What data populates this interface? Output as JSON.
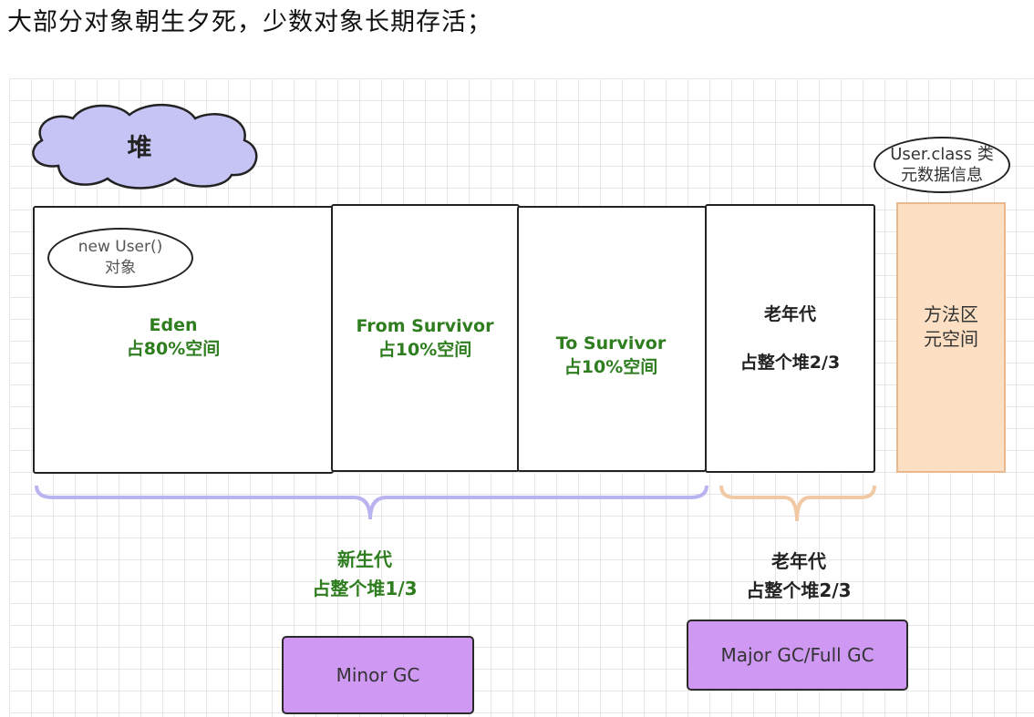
{
  "heading": "大部分对象朝生夕死，少数对象长期存活；",
  "heap_label": "堆",
  "class_meta": {
    "line1": "User.class 类",
    "line2": "元数据信息"
  },
  "new_object": {
    "line1": "new User()",
    "line2": "对象"
  },
  "eden": {
    "name": "Eden",
    "share": "占80%空间"
  },
  "from_survivor": {
    "name": "From Survivor",
    "share": "占10%空间"
  },
  "to_survivor": {
    "name": "To Survivor",
    "share": "占10%空间"
  },
  "old_gen_box": {
    "name": "老年代",
    "share": "占整个堆2/3"
  },
  "method_area": {
    "line1": "方法区",
    "line2": "元空间"
  },
  "young_gen": {
    "name": "新生代",
    "share": "占整个堆1/3"
  },
  "old_gen": {
    "name": "老年代",
    "share": "占整个堆2/3"
  },
  "minor_gc": "Minor GC",
  "major_gc": "Major GC/Full GC",
  "colors": {
    "eden_text": "#2e7d1f",
    "young_brace": "#b9b3f0",
    "old_brace": "#f1c9a5",
    "cloud_fill": "#c6c4f5",
    "gc_fill": "#cf98f3",
    "method_fill": "#fde0c3"
  }
}
